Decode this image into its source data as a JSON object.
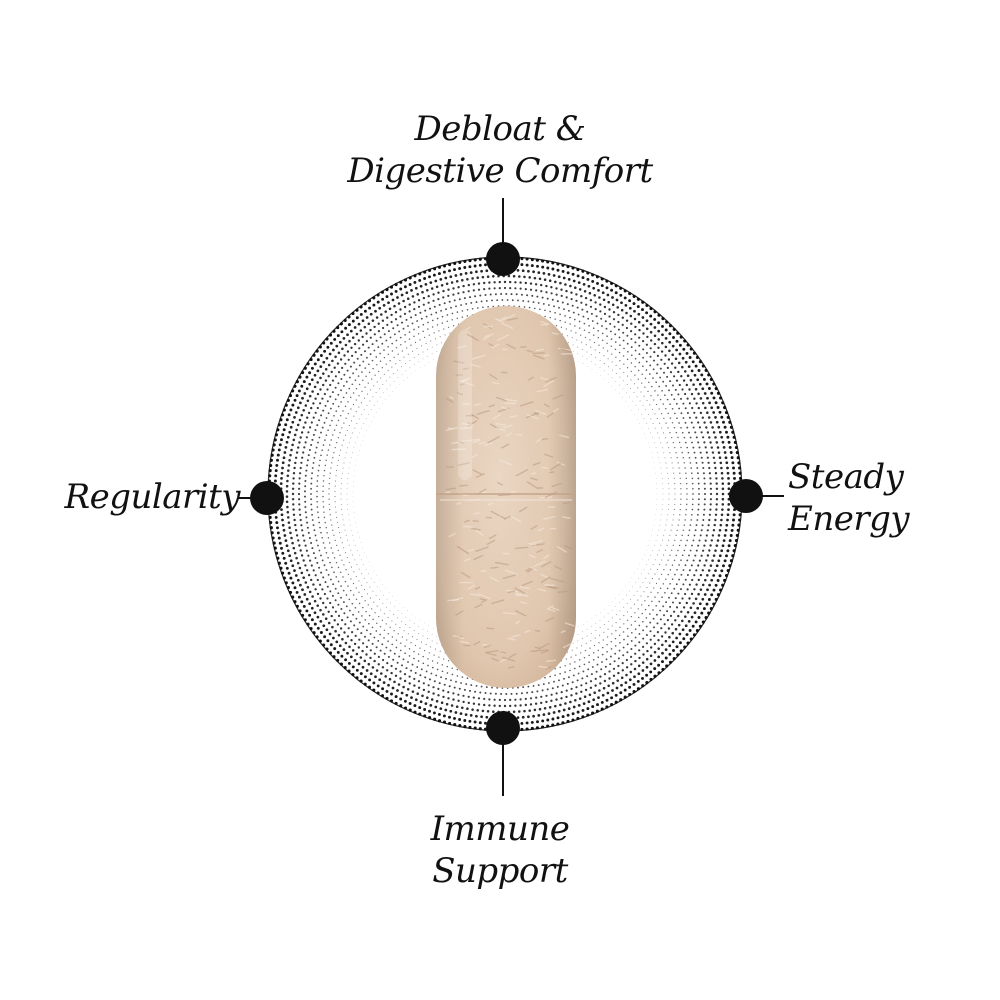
{
  "benefits": {
    "top": {
      "line1": "Debloat &",
      "line2": "Digestive Comfort"
    },
    "left": {
      "line1": "Regularity"
    },
    "right": {
      "line1": "Steady",
      "line2": "Energy"
    },
    "bottom": {
      "line1": "Immune",
      "line2": "Support"
    }
  },
  "colors": {
    "ink": "#111111",
    "capsule_fill": "#e6cdb6",
    "capsule_shade": "#c9ab90",
    "background": "#ffffff"
  },
  "icons": {
    "connector": "filled-circle-dot",
    "halo": "stippled-dot-ring",
    "center": "capsule-pill"
  }
}
